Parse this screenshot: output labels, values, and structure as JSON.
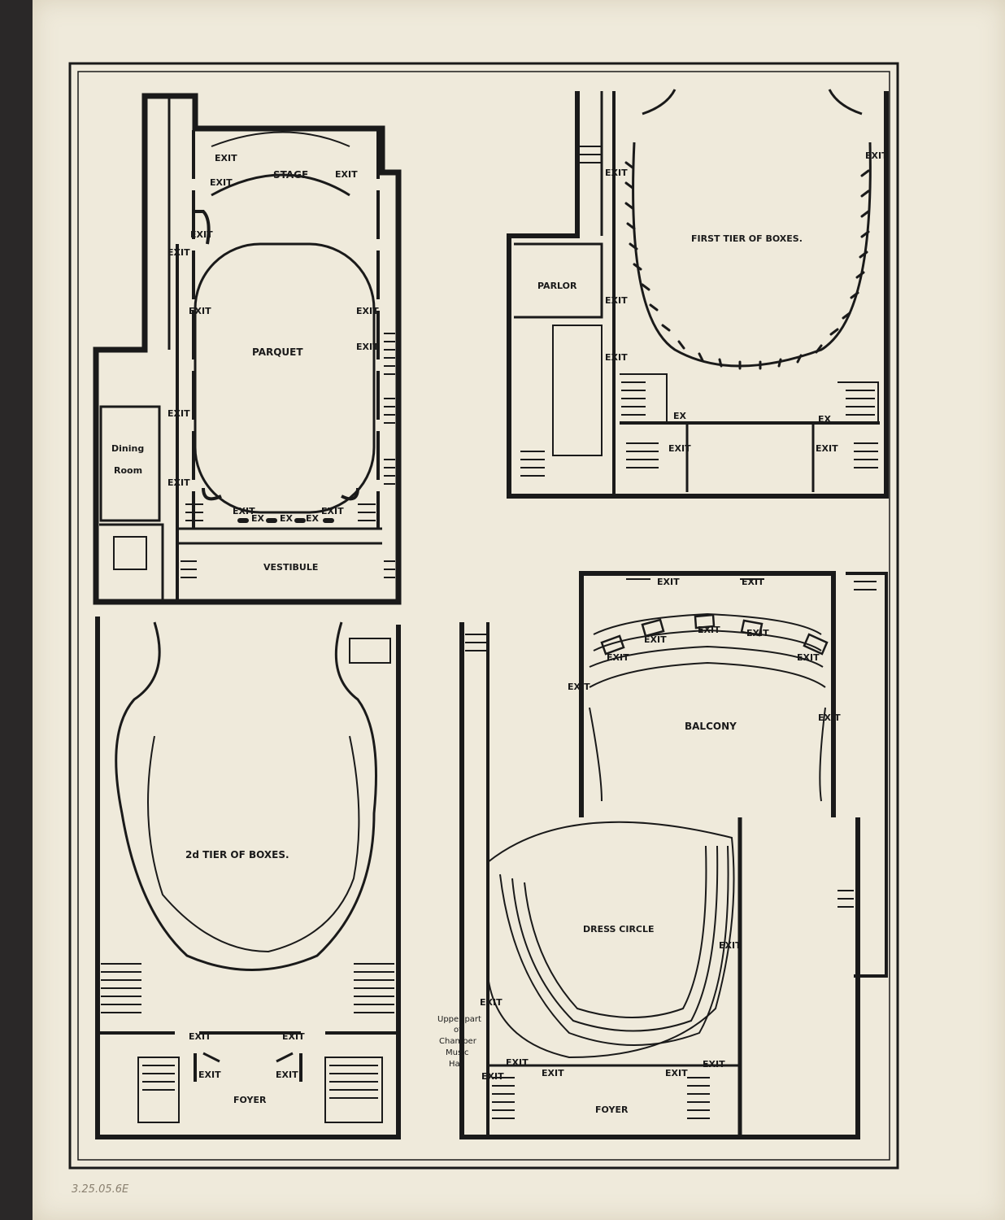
{
  "colors": {
    "paper": "#efeadb",
    "ink": "#1a1a1a",
    "background": "#2a2828"
  },
  "plans": {
    "parquet": {
      "title": "PARQUET",
      "stage": "STAGE",
      "vestibule": "VESTIBULE",
      "dining": "Dining",
      "room": "Room",
      "exit": "EXIT",
      "ex": "EX"
    },
    "first_tier": {
      "title": "FIRST TIER OF BOXES.",
      "parlor": "PARLOR",
      "exit": "EXIT",
      "ex": "EX"
    },
    "second_tier": {
      "title": "2d TIER OF BOXES.",
      "foyer": "FOYER",
      "exit": "EXIT"
    },
    "balcony": {
      "title": "BALCONY",
      "dress_circle": "DRESS CIRCLE",
      "foyer": "FOYER",
      "exit": "EXIT",
      "note_line1": "Upper part",
      "note_line2": "of",
      "note_line3": "Chamber",
      "note_line4": "Music",
      "note_line5": "Hall"
    }
  },
  "pencil_note": "3.25.05.6E"
}
